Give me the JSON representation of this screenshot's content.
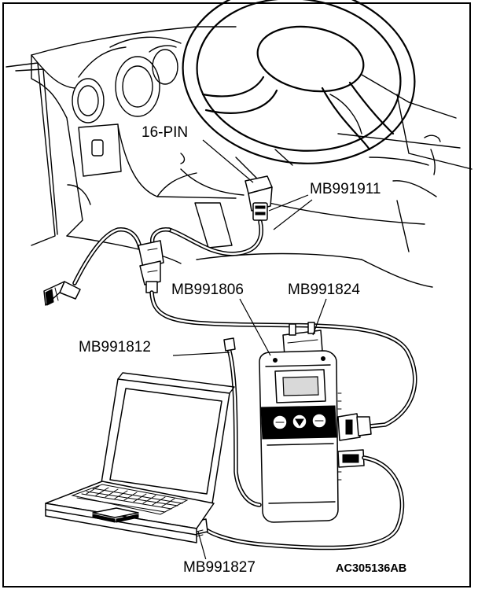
{
  "labels": {
    "pin": "16-PIN",
    "mb991911": "MB991911",
    "mb991806": "MB991806",
    "mb991824": "MB991824",
    "mb991812": "MB991812",
    "mb991827": "MB991827"
  },
  "figure_code": "AC305136AB",
  "icons": {
    "v_button_left": "Set",
    "v_button_down": "down-arrow",
    "v_button_right": "Esc"
  }
}
